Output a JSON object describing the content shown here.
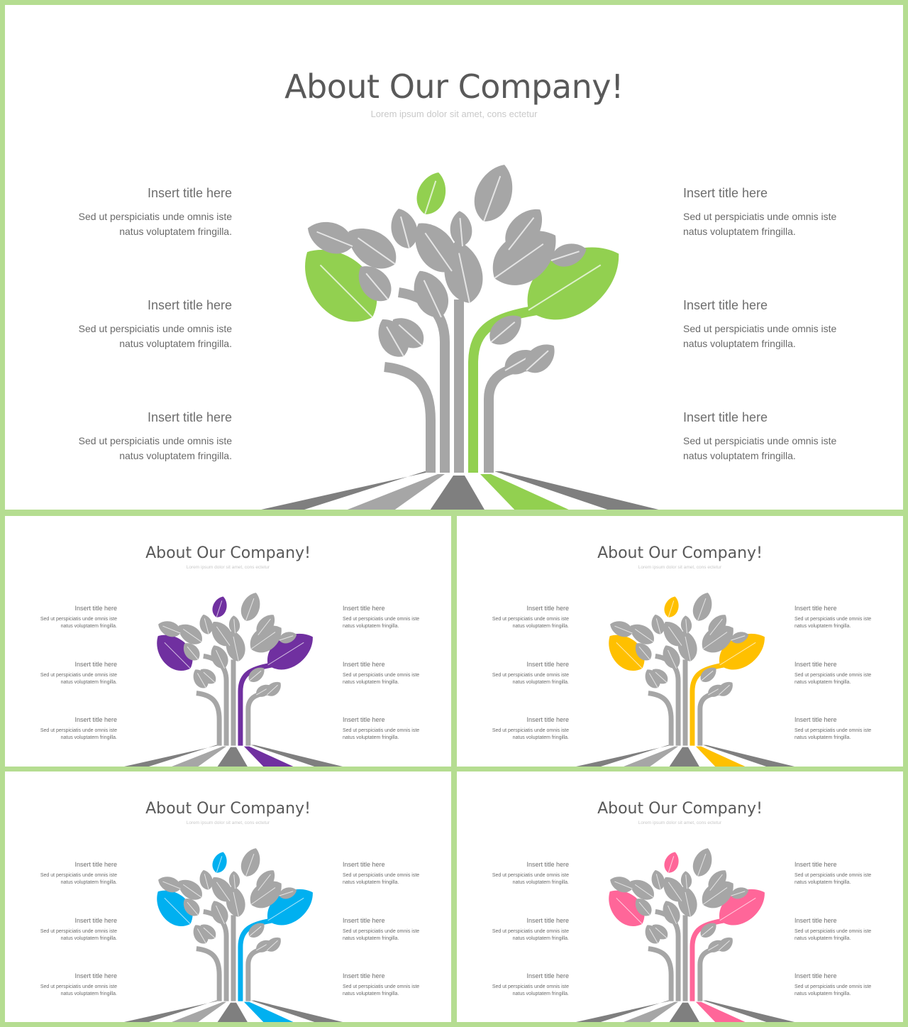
{
  "colors": {
    "border": "#b5dd91",
    "gray_leaf": "#a6a6a6",
    "gray_dark": "#7f7f7f",
    "accent_main": "#92d050",
    "accent_purple": "#7030a0",
    "accent_yellow": "#ffc000",
    "accent_blue": "#00b0f0",
    "accent_pink": "#ff6699"
  },
  "slides": [
    {
      "accent": "#92d050",
      "title": "About Our Company!",
      "subtitle": "Lorem ipsum dolor sit amet, cons ectetur",
      "items_left": [
        {
          "title": "Insert title here",
          "line1": "Sed ut perspiciatis unde omnis iste",
          "line2": "natus voluptatem fringilla."
        },
        {
          "title": "Insert title here",
          "line1": "Sed ut perspiciatis unde omnis iste",
          "line2": "natus voluptatem fringilla."
        },
        {
          "title": "Insert title here",
          "line1": "Sed ut perspiciatis unde omnis iste",
          "line2": "natus voluptatem fringilla."
        }
      ],
      "items_right": [
        {
          "title": "Insert title here",
          "line1": "Sed ut perspiciatis unde omnis iste",
          "line2": "natus voluptatem fringilla."
        },
        {
          "title": "Insert title here",
          "line1": "Sed ut perspiciatis unde omnis iste",
          "line2": "natus voluptatem fringilla."
        },
        {
          "title": "Insert title here",
          "line1": "Sed ut perspiciatis unde omnis iste",
          "line2": "natus voluptatem fringilla."
        }
      ]
    },
    {
      "accent": "#7030a0",
      "title": "About Our Company!",
      "subtitle": "Lorem ipsum dolor sit amet, cons ectetur",
      "items_left": [
        {
          "title": "Insert title here",
          "line1": "Sed ut perspiciatis unde omnis iste",
          "line2": "natus voluptatem fringilla."
        },
        {
          "title": "Insert title here",
          "line1": "Sed ut perspiciatis unde omnis iste",
          "line2": "natus voluptatem fringilla."
        },
        {
          "title": "Insert title here",
          "line1": "Sed ut perspiciatis unde omnis iste",
          "line2": "natus voluptatem fringilla."
        }
      ],
      "items_right": [
        {
          "title": "Insert title here",
          "line1": "Sed ut perspiciatis unde omnis iste",
          "line2": "natus voluptatem fringilla."
        },
        {
          "title": "Insert title here",
          "line1": "Sed ut perspiciatis unde omnis iste",
          "line2": "natus voluptatem fringilla."
        },
        {
          "title": "Insert title here",
          "line1": "Sed ut perspiciatis unde omnis iste",
          "line2": "natus voluptatem fringilla."
        }
      ]
    },
    {
      "accent": "#ffc000",
      "title": "About Our Company!",
      "subtitle": "Lorem ipsum dolor sit amet, cons ectetur",
      "items_left": [
        {
          "title": "Insert title here",
          "line1": "Sed ut perspiciatis unde omnis iste",
          "line2": "natus voluptatem fringilla."
        },
        {
          "title": "Insert title here",
          "line1": "Sed ut perspiciatis unde omnis iste",
          "line2": "natus voluptatem fringilla."
        },
        {
          "title": "Insert title here",
          "line1": "Sed ut perspiciatis unde omnis iste",
          "line2": "natus voluptatem fringilla."
        }
      ],
      "items_right": [
        {
          "title": "Insert title here",
          "line1": "Sed ut perspiciatis unde omnis iste",
          "line2": "natus voluptatem fringilla."
        },
        {
          "title": "Insert title here",
          "line1": "Sed ut perspiciatis unde omnis iste",
          "line2": "natus voluptatem fringilla."
        },
        {
          "title": "Insert title here",
          "line1": "Sed ut perspiciatis unde omnis iste",
          "line2": "natus voluptatem fringilla."
        }
      ]
    },
    {
      "accent": "#00b0f0",
      "title": "About Our Company!",
      "subtitle": "Lorem ipsum dolor sit amet, cons ectetur",
      "items_left": [
        {
          "title": "Insert title here",
          "line1": "Sed ut perspiciatis unde omnis iste",
          "line2": "natus voluptatem fringilla."
        },
        {
          "title": "Insert title here",
          "line1": "Sed ut perspiciatis unde omnis iste",
          "line2": "natus voluptatem fringilla."
        },
        {
          "title": "Insert title here",
          "line1": "Sed ut perspiciatis unde omnis iste",
          "line2": "natus voluptatem fringilla."
        }
      ],
      "items_right": [
        {
          "title": "Insert title here",
          "line1": "Sed ut perspiciatis unde omnis iste",
          "line2": "natus voluptatem fringilla."
        },
        {
          "title": "Insert title here",
          "line1": "Sed ut perspiciatis unde omnis iste",
          "line2": "natus voluptatem fringilla."
        },
        {
          "title": "Insert title here",
          "line1": "Sed ut perspiciatis unde omnis iste",
          "line2": "natus voluptatem fringilla."
        }
      ]
    },
    {
      "accent": "#ff6699",
      "title": "About Our Company!",
      "subtitle": "Lorem ipsum dolor sit amet, cons ectetur",
      "items_left": [
        {
          "title": "Insert title here",
          "line1": "Sed ut perspiciatis unde omnis iste",
          "line2": "natus voluptatem fringilla."
        },
        {
          "title": "Insert title here",
          "line1": "Sed ut perspiciatis unde omnis iste",
          "line2": "natus voluptatem fringilla."
        },
        {
          "title": "Insert title here",
          "line1": "Sed ut perspiciatis unde omnis iste",
          "line2": "natus voluptatem fringilla."
        }
      ],
      "items_right": [
        {
          "title": "Insert title here",
          "line1": "Sed ut perspiciatis unde omnis iste",
          "line2": "natus voluptatem fringilla."
        },
        {
          "title": "Insert title here",
          "line1": "Sed ut perspiciatis unde omnis iste",
          "line2": "natus voluptatem fringilla."
        },
        {
          "title": "Insert title here",
          "line1": "Sed ut perspiciatis unde omnis iste",
          "line2": "natus voluptatem fringilla."
        }
      ]
    }
  ]
}
